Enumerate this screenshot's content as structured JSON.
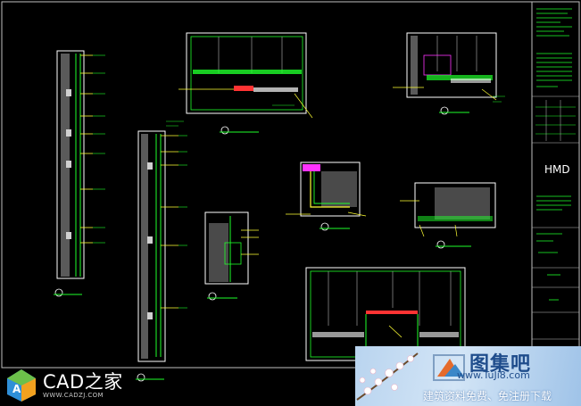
{
  "canvas": {
    "background": "#000000",
    "line_colors": {
      "green": "#1eff2a",
      "white": "#ffffff",
      "yellow": "#ffff33",
      "magenta": "#ff33ff",
      "cyan": "#33ccff",
      "gray": "#8a8a8a"
    }
  },
  "watermarks": {
    "left": {
      "brand": "CAD之家",
      "url": "WWW.CADZJ.COM",
      "icon": "cad-logo-icon"
    },
    "right": {
      "title": "图集吧",
      "url": "www.TuJi8.com",
      "slogan": "建筑资料免费、免注册下载",
      "icon": "tuji8-logo-icon"
    }
  },
  "title_block": {
    "logo": "HMD"
  }
}
